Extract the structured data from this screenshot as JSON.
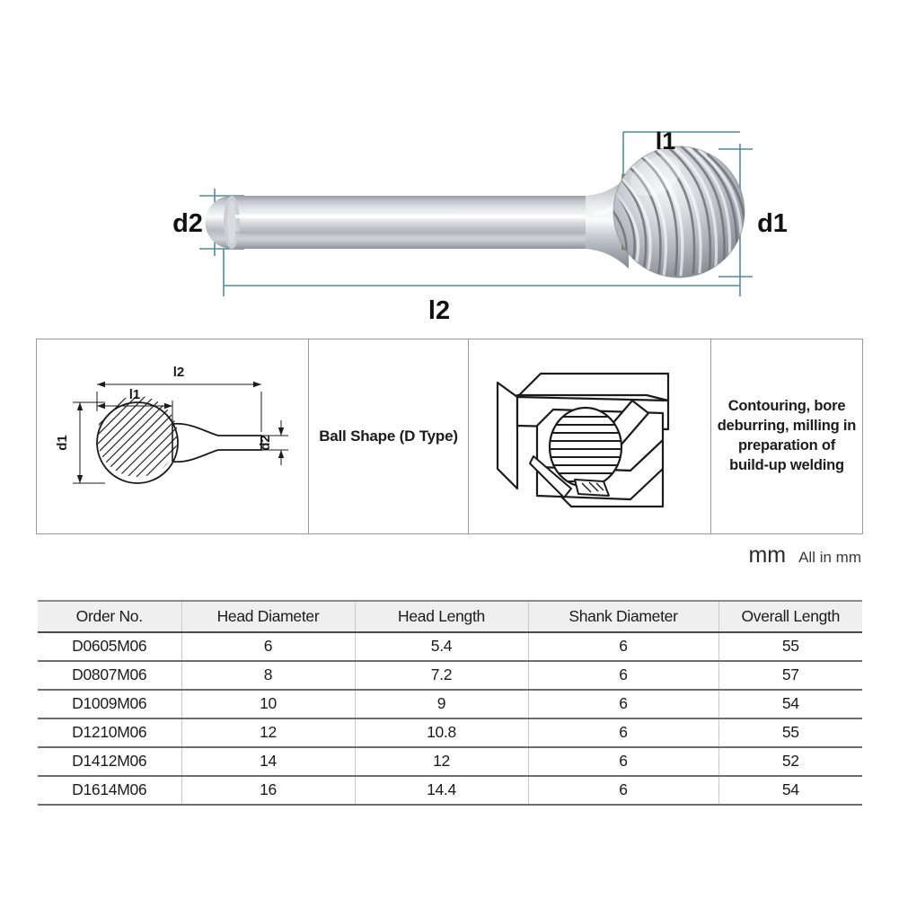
{
  "hero": {
    "product": "ball-shape-carbide-burr",
    "dimension_labels": {
      "head_length": "l1",
      "head_diameter": "d1",
      "shank_diameter": "d2",
      "overall_length": "l2"
    },
    "colors": {
      "dimension_line": "#4e8c9c",
      "label_text": "#111111",
      "metal_light": "#e8e9ec",
      "metal_mid": "#b9bcc3",
      "metal_dark": "#8d9098",
      "collar_brass": "#b9a96a"
    }
  },
  "panels": {
    "drawing": {
      "labels": {
        "head_length": "l1",
        "head_diameter": "d1",
        "shank_diameter": "d2",
        "overall_length": "l2"
      }
    },
    "shape_name": "Ball Shape (D Type)",
    "application": "Contouring, bore deburring, milling in preparation of build-up welding"
  },
  "units_note": {
    "big": "mm",
    "small": "All in mm"
  },
  "table": {
    "headers": [
      "Order No.",
      "Head Diameter",
      "Head Length",
      "Shank Diameter",
      "Overall Length"
    ],
    "rows": [
      {
        "order_no": "D0605M06",
        "head_diameter": "6",
        "head_length": "5.4",
        "shank_diameter": "6",
        "overall_length": "55"
      },
      {
        "order_no": "D0807M06",
        "head_diameter": "8",
        "head_length": "7.2",
        "shank_diameter": "6",
        "overall_length": "57"
      },
      {
        "order_no": "D1009M06",
        "head_diameter": "10",
        "head_length": "9",
        "shank_diameter": "6",
        "overall_length": "54"
      },
      {
        "order_no": "D1210M06",
        "head_diameter": "12",
        "head_length": "10.8",
        "shank_diameter": "6",
        "overall_length": "55"
      },
      {
        "order_no": "D1412M06",
        "head_diameter": "14",
        "head_length": "12",
        "shank_diameter": "6",
        "overall_length": "52"
      },
      {
        "order_no": "D1614M06",
        "head_diameter": "16",
        "head_length": "14.4",
        "shank_diameter": "6",
        "overall_length": "54"
      }
    ]
  }
}
